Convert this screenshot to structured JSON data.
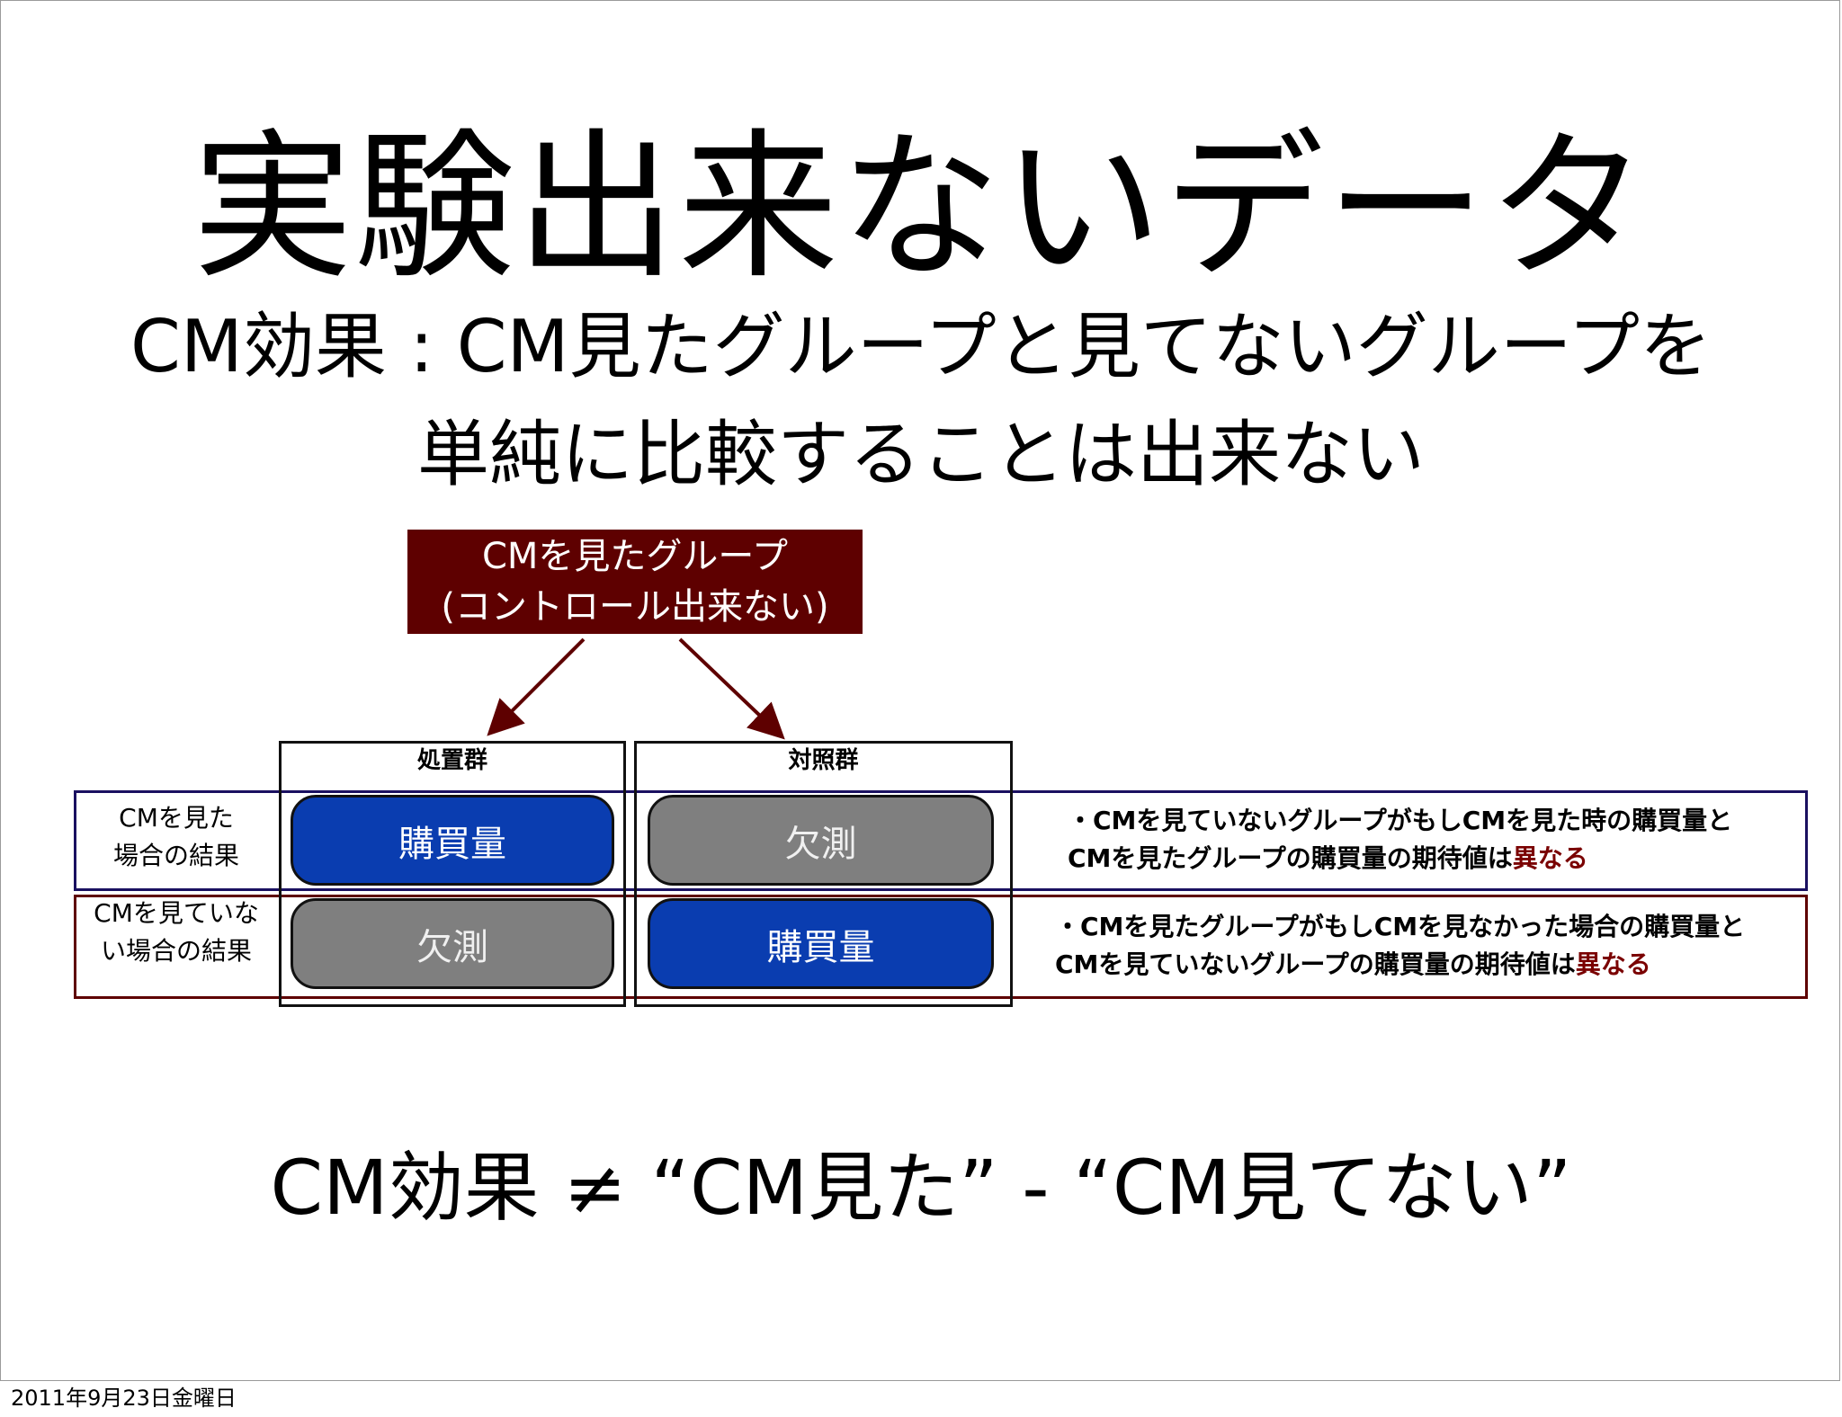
{
  "title": "実験出来ないデータ",
  "subtitle": {
    "line1": "CM効果 : CM見たグループと見てないグループを",
    "line2": "単純に比較することは出来ない"
  },
  "diagram": {
    "source_box": {
      "line1": "CMを見たグループ",
      "line2": "(コントロール出来ない)"
    },
    "columns": {
      "treatment": "処置群",
      "control": "対照群"
    },
    "rows": [
      {
        "label_line1": "CMを見た",
        "label_line2": "場合の結果",
        "treatment_cell": "購買量",
        "control_cell": "欠測",
        "note_line1": "・CMを見ていないグループがもしCMを見た時の購買量と",
        "note_line2_prefix": "CMを見たグループの購買量の期待値は",
        "note_line2_emphasis": "異なる"
      },
      {
        "label_line1": "CMを見ていな",
        "label_line2": "い場合の結果",
        "treatment_cell": "欠測",
        "control_cell": "購買量",
        "note_line1": "・CMを見たグループがもしCMを見なかった場合の購買量と",
        "note_line2_prefix": "CMを見ていないグループの購買量の期待値は",
        "note_line2_emphasis": "異なる"
      }
    ]
  },
  "formula": "CM効果 ≠ “CM見た” - “CM見てない”",
  "footer_date": "2011年9月23日金曜日",
  "colors": {
    "source_box": "#5e0000",
    "observed_cell": "#0a3db0",
    "missing_cell": "#7f7f7f",
    "row_seen_border": "#1a1060",
    "row_unseen_border": "#5e0000",
    "emphasis_text": "#7a0000",
    "arrow": "#5e0000"
  }
}
